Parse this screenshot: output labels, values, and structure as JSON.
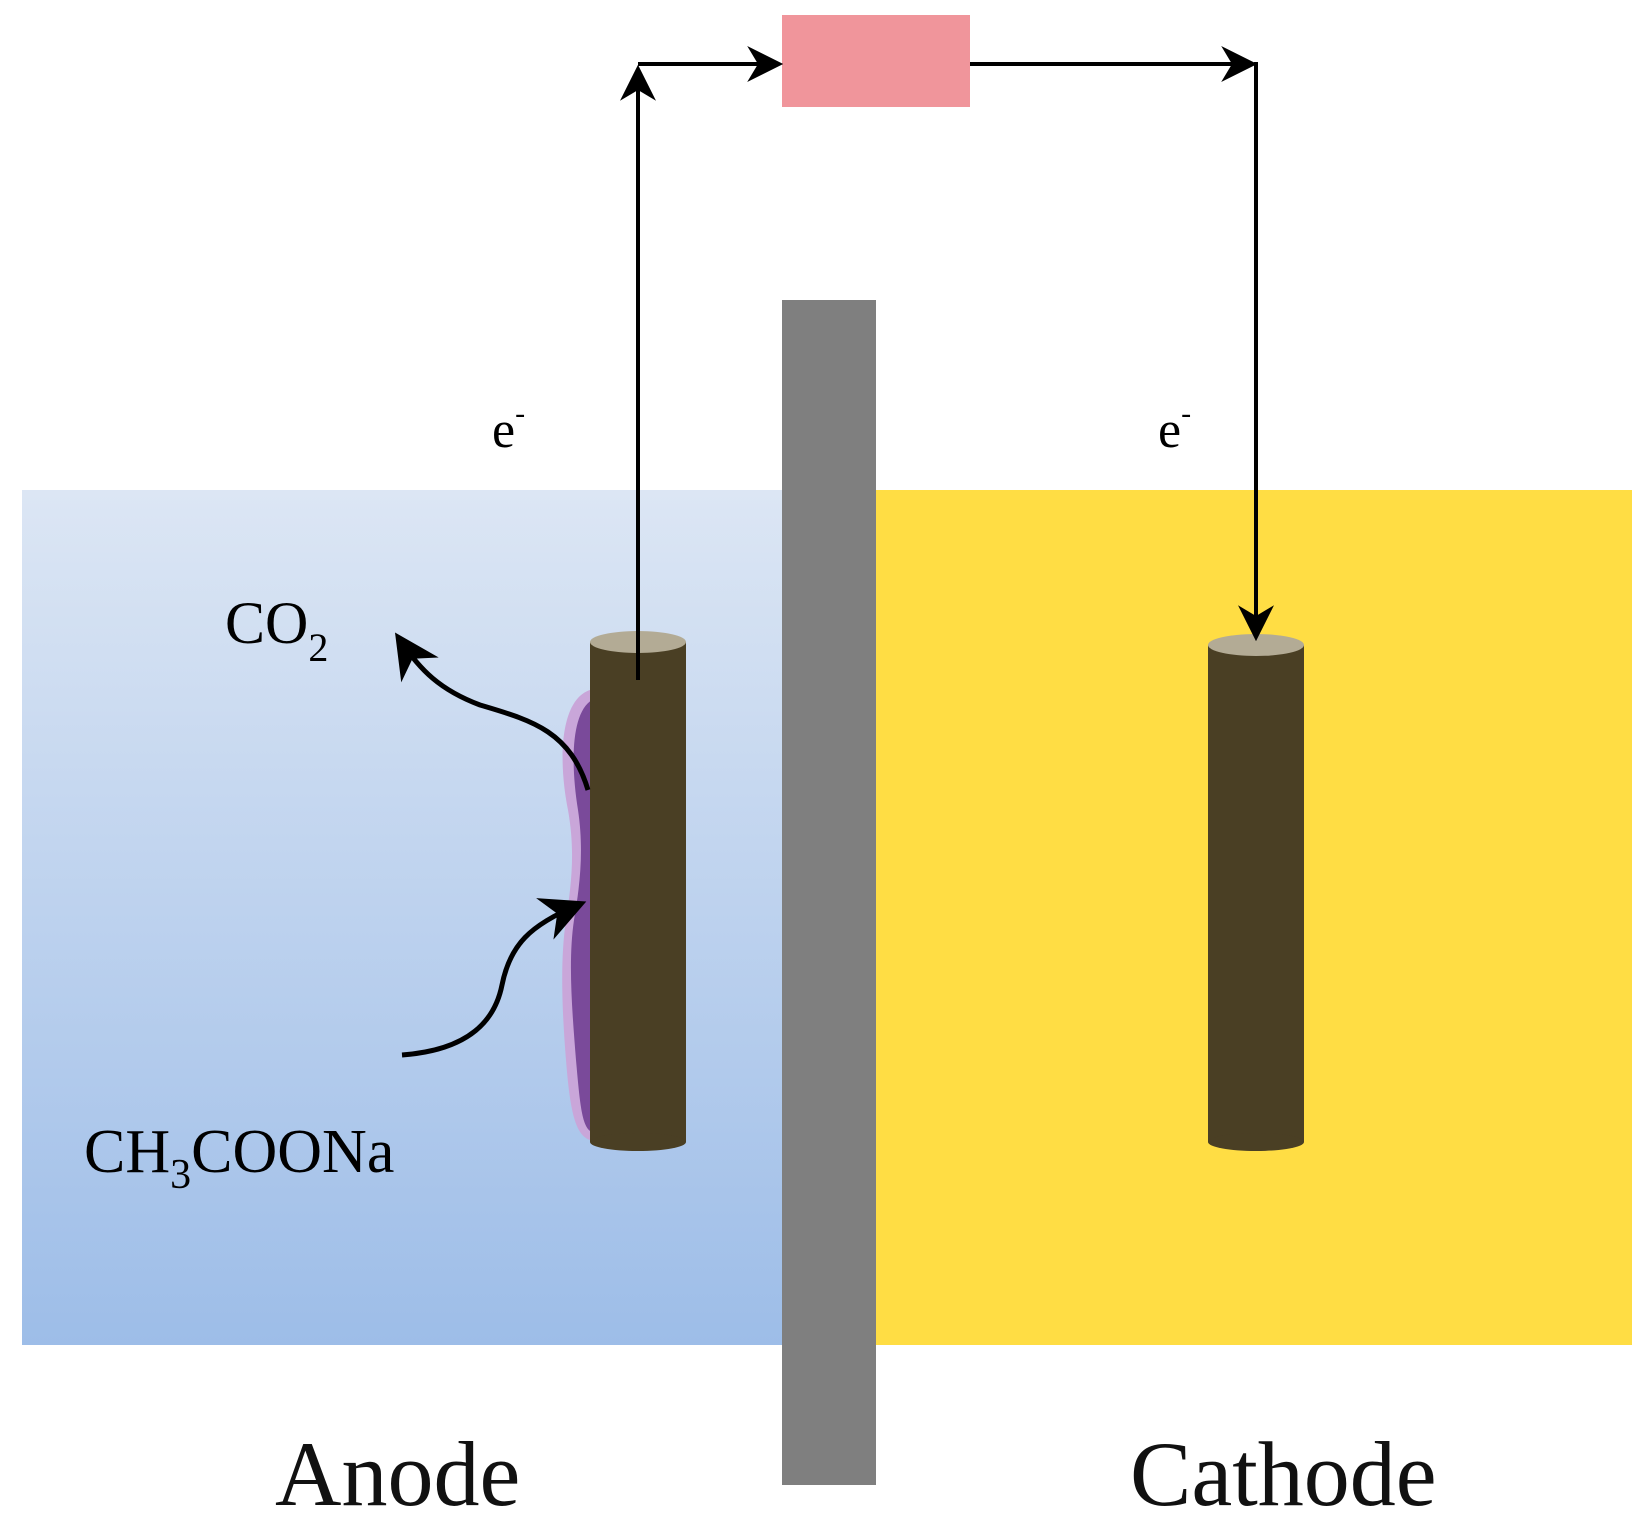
{
  "labels": {
    "anode": "Anode",
    "cathode": "Cathode",
    "electron_left": {
      "base": "e",
      "sup": "-"
    },
    "electron_right": {
      "base": "e",
      "sup": "-"
    },
    "co2": {
      "base": "CO",
      "sub": "2"
    },
    "acetate": {
      "part1": "CH",
      "sub": "3",
      "part2": "COONa"
    }
  },
  "colors": {
    "anode_solution_top": "#dce6f4",
    "anode_solution_bottom": "#9dbde8",
    "cathode_solution": "#ffdd44",
    "membrane": "#7f7f7f",
    "electrode": "#4a3f24",
    "electrode_top": "#b3ab95",
    "resistor": "#f0959b",
    "biofilm": "#7a4a9a",
    "biofilm_edge": "#c9a6d9",
    "wire": "#000000"
  }
}
